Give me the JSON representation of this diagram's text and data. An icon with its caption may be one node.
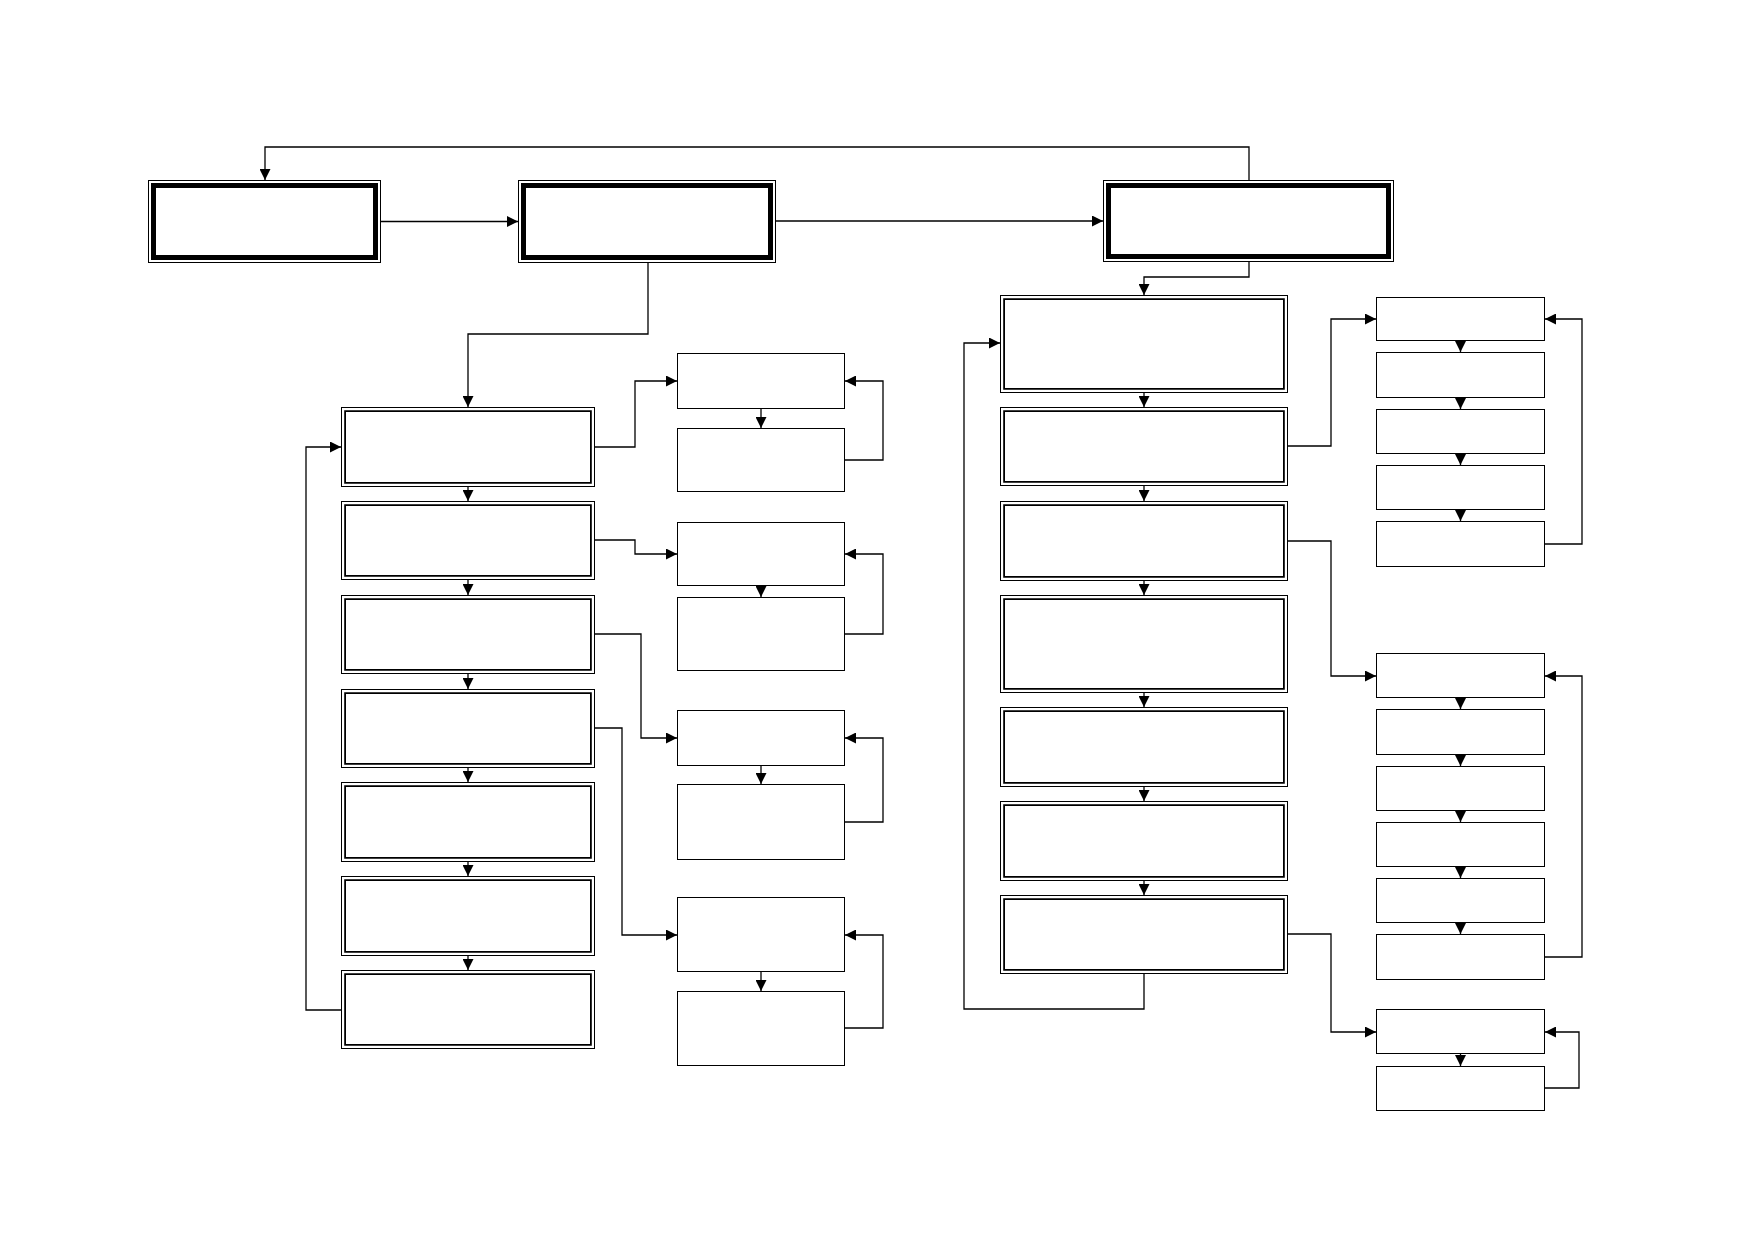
{
  "diagram": {
    "nodes": [
      {
        "text": [],
        "shape": "box"
      },
      {
        "text": [],
        "shape": "box"
      },
      {
        "text": [],
        "shape": "box"
      },
      {
        "text": [],
        "shape": "box"
      },
      {
        "text": [],
        "shape": "box"
      },
      {
        "text": [],
        "shape": "box"
      },
      {
        "text": [],
        "shape": "box"
      },
      {
        "text": [],
        "shape": "box"
      },
      {
        "text": [],
        "shape": "box"
      },
      {
        "text": [],
        "shape": "box"
      },
      {
        "text": [],
        "shape": "box"
      },
      {
        "text": [],
        "shape": "box"
      },
      {
        "text": [],
        "shape": "box"
      },
      {
        "text": [],
        "shape": "box"
      },
      {
        "text": [],
        "shape": "box"
      },
      {
        "text": [],
        "shape": "box"
      },
      {
        "text": [],
        "shape": "box"
      },
      {
        "text": [],
        "shape": "box"
      },
      {
        "text": [],
        "shape": "box"
      },
      {
        "text": [],
        "shape": "box"
      },
      {
        "text": [],
        "shape": "box"
      },
      {
        "text": [],
        "shape": "box"
      },
      {
        "text": [],
        "shape": "box"
      },
      {
        "text": [],
        "shape": "box"
      },
      {
        "text": [],
        "shape": "box"
      },
      {
        "text": [],
        "shape": "box"
      },
      {
        "text": [],
        "shape": "box"
      },
      {
        "text": [],
        "shape": "box"
      },
      {
        "text": [],
        "shape": "box"
      },
      {
        "text": [],
        "shape": "box"
      },
      {
        "text": [],
        "shape": "box"
      },
      {
        "text": [],
        "shape": "box"
      },
      {
        "text": [],
        "shape": "box"
      },
      {
        "text": [],
        "shape": "box"
      },
      {
        "text": [],
        "shape": "box"
      },
      {
        "text": [],
        "shape": "box"
      },
      {
        "text": [],
        "shape": "box"
      },
      {
        "text": [],
        "shape": "box"
      }
    ],
    "edges": [
      {
        "from": 2,
        "to": 0,
        "arrow": "to"
      },
      {
        "from": 0,
        "to": 1,
        "arrow": "to"
      },
      {
        "from": 1,
        "to": 2,
        "arrow": "to"
      },
      {
        "from": 1,
        "to": 3,
        "arrow": "to"
      },
      {
        "from": 3,
        "to": 4,
        "arrow": "to"
      },
      {
        "from": 4,
        "to": 5,
        "arrow": "to"
      },
      {
        "from": 5,
        "to": 6,
        "arrow": "to"
      },
      {
        "from": 6,
        "to": 7,
        "arrow": "to"
      },
      {
        "from": 7,
        "to": 8,
        "arrow": "to"
      },
      {
        "from": 8,
        "to": 9,
        "arrow": "to"
      },
      {
        "from": 9,
        "to": 3,
        "arrow": "to"
      },
      {
        "from": 3,
        "to": 10,
        "arrow": "to"
      },
      {
        "from": 10,
        "to": 11,
        "arrow": "to"
      },
      {
        "from": 11,
        "to": 10,
        "arrow": "to"
      },
      {
        "from": 4,
        "to": 12,
        "arrow": "to"
      },
      {
        "from": 12,
        "to": 13,
        "arrow": "to"
      },
      {
        "from": 13,
        "to": 12,
        "arrow": "to"
      },
      {
        "from": 5,
        "to": 14,
        "arrow": "to"
      },
      {
        "from": 14,
        "to": 15,
        "arrow": "to"
      },
      {
        "from": 15,
        "to": 14,
        "arrow": "to"
      },
      {
        "from": 6,
        "to": 16,
        "arrow": "to"
      },
      {
        "from": 16,
        "to": 17,
        "arrow": "to"
      },
      {
        "from": 17,
        "to": 16,
        "arrow": "to"
      },
      {
        "from": 2,
        "to": 18,
        "arrow": "to"
      },
      {
        "from": 18,
        "to": 19,
        "arrow": "to"
      },
      {
        "from": 19,
        "to": 20,
        "arrow": "to"
      },
      {
        "from": 20,
        "to": 21,
        "arrow": "to"
      },
      {
        "from": 21,
        "to": 22,
        "arrow": "to"
      },
      {
        "from": 22,
        "to": 23,
        "arrow": "to"
      },
      {
        "from": 23,
        "to": 24,
        "arrow": "to"
      },
      {
        "from": 24,
        "to": 18,
        "arrow": "to"
      },
      {
        "from": 19,
        "to": 25,
        "arrow": "to"
      },
      {
        "from": 25,
        "to": 26,
        "arrow": "to"
      },
      {
        "from": 26,
        "to": 27,
        "arrow": "to"
      },
      {
        "from": 27,
        "to": 28,
        "arrow": "to"
      },
      {
        "from": 28,
        "to": 29,
        "arrow": "to"
      },
      {
        "from": 29,
        "to": 25,
        "arrow": "to"
      },
      {
        "from": 20,
        "to": 30,
        "arrow": "to"
      },
      {
        "from": 30,
        "to": 31,
        "arrow": "to"
      },
      {
        "from": 31,
        "to": 32,
        "arrow": "to"
      },
      {
        "from": 32,
        "to": 33,
        "arrow": "to"
      },
      {
        "from": 33,
        "to": 34,
        "arrow": "to"
      },
      {
        "from": 34,
        "to": 35,
        "arrow": "to"
      },
      {
        "from": 35,
        "to": 30,
        "arrow": "to"
      },
      {
        "from": 24,
        "to": 36,
        "arrow": "to"
      },
      {
        "from": 36,
        "to": 37,
        "arrow": "to"
      },
      {
        "from": 37,
        "to": 36,
        "arrow": "to"
      }
    ]
  }
}
